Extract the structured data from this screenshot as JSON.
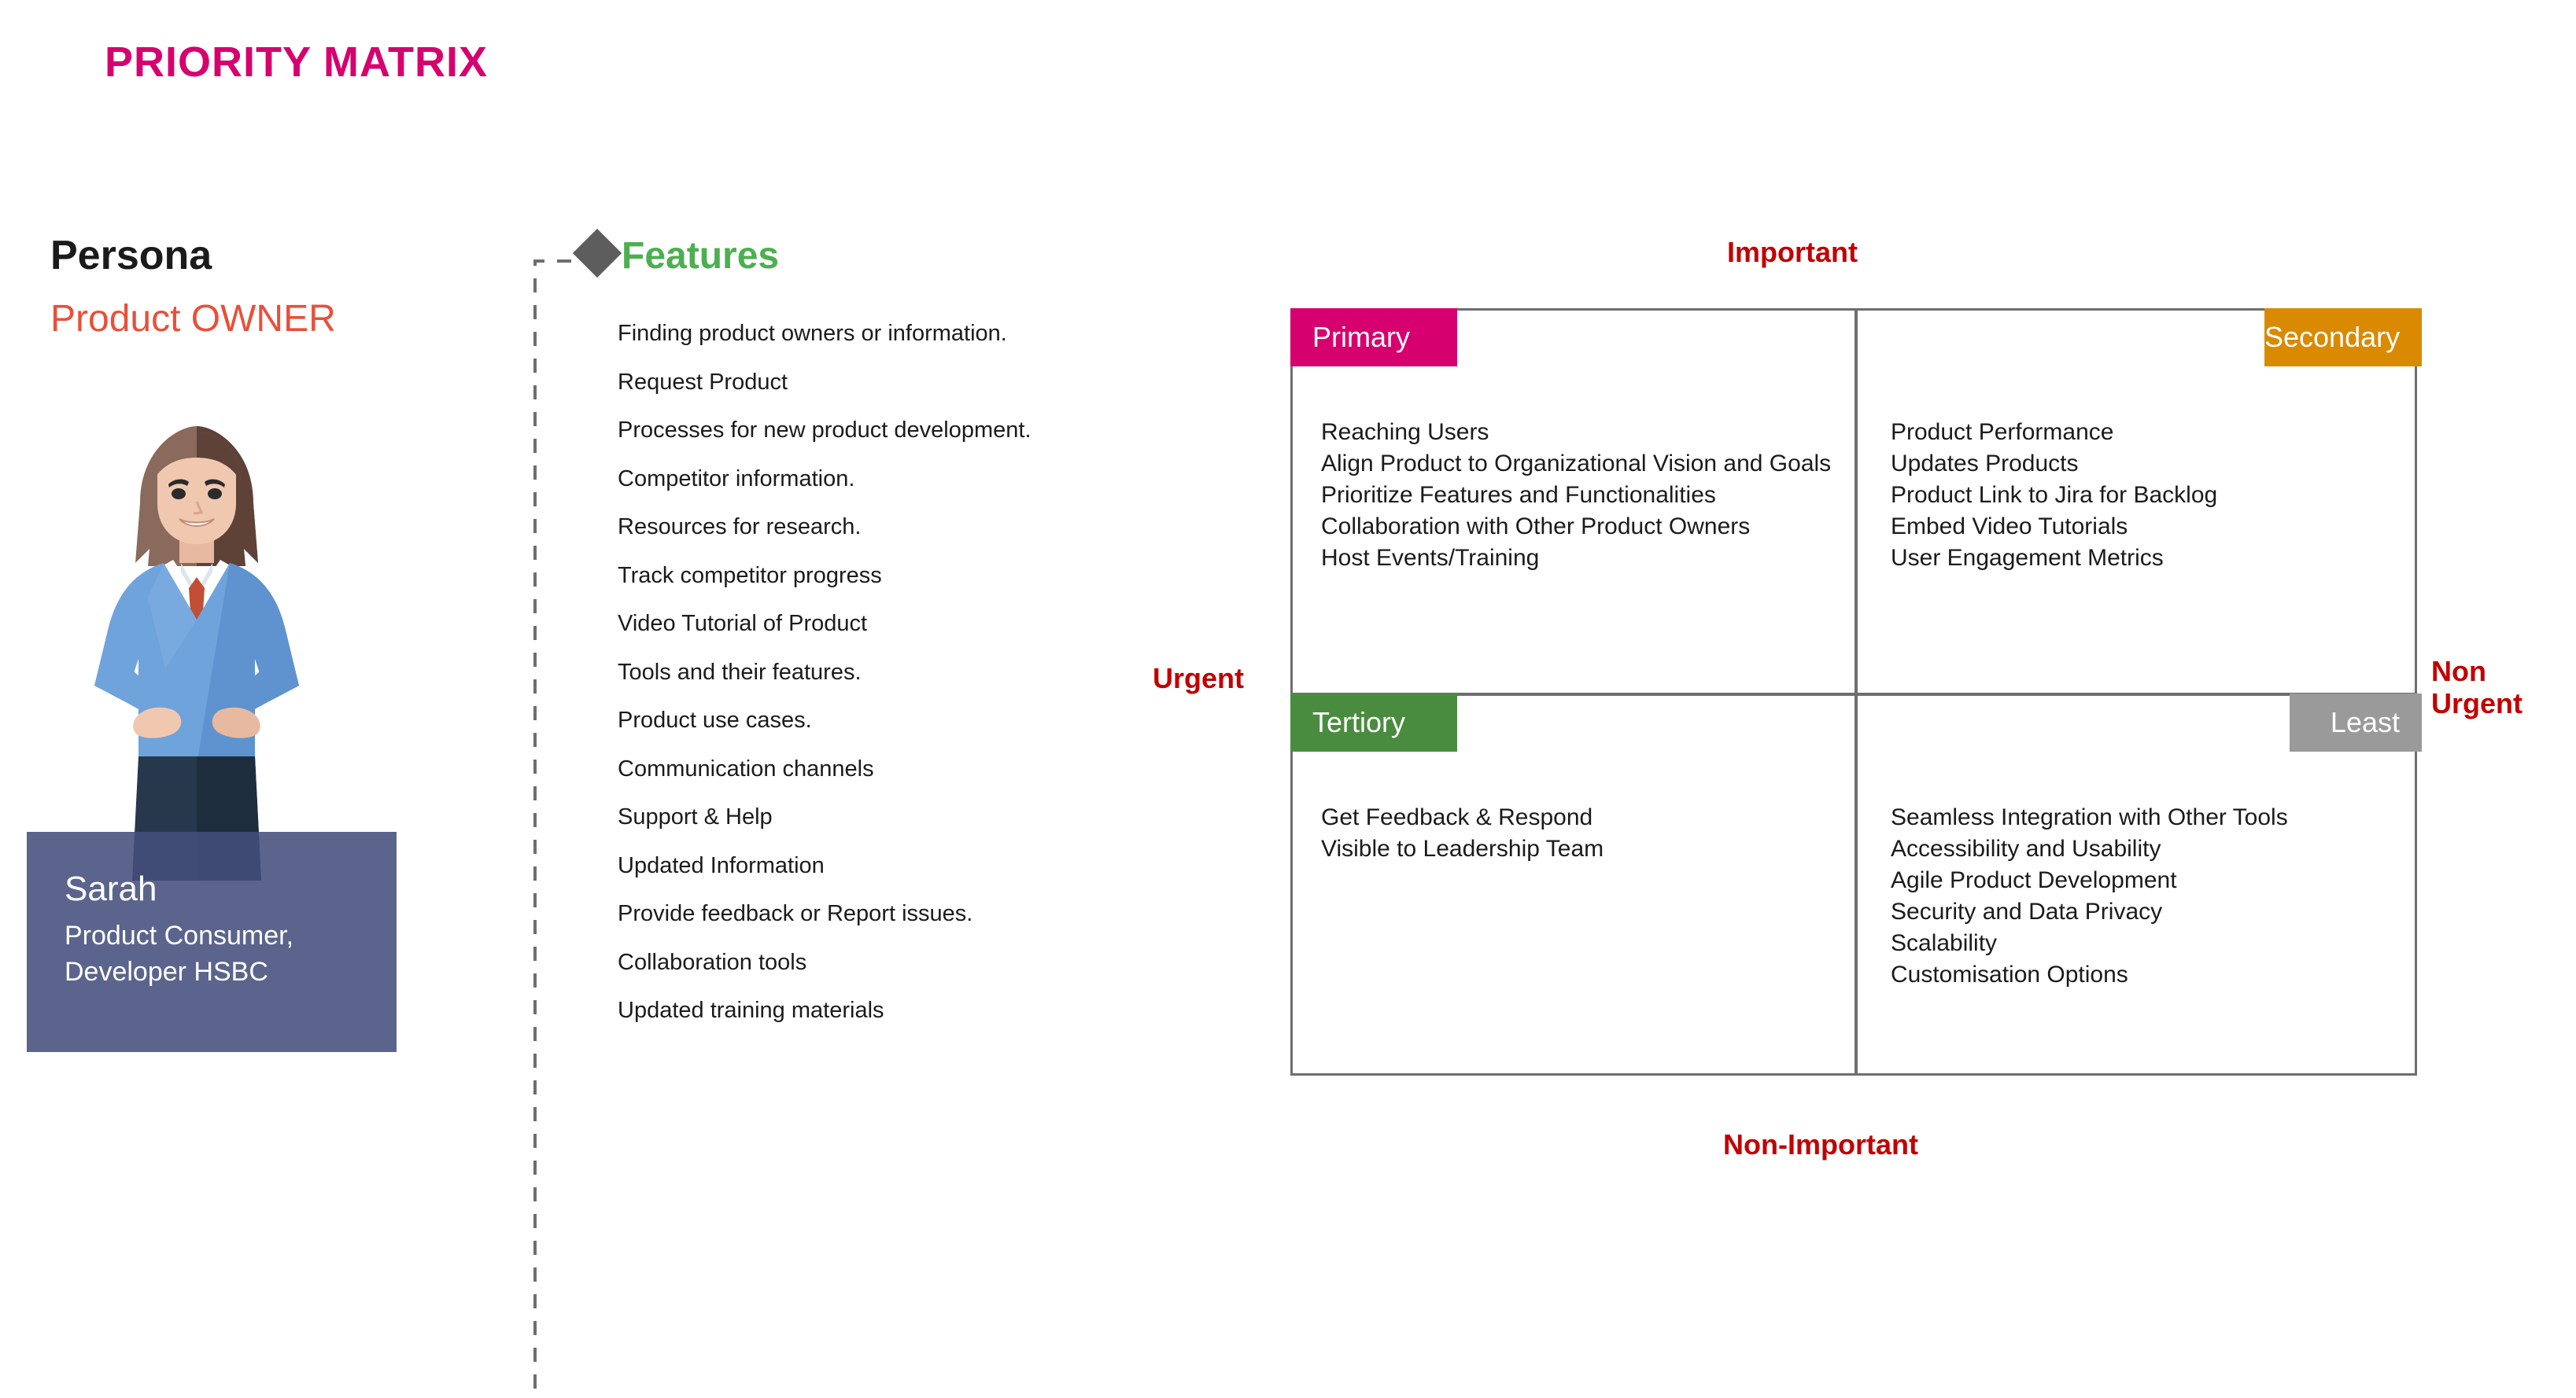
{
  "title": "PRIORITY MATRIX",
  "persona": {
    "heading": "Persona",
    "role": "Product OWNER",
    "card": {
      "name": "Sarah",
      "description": "Product Consumer,\nDeveloper HSBC"
    },
    "illustration_alt": "businesswoman-illustration"
  },
  "features": {
    "heading": "Features",
    "items": [
      "Finding product owners or information.",
      "Request Product",
      "Processes for new product development.",
      "Competitor information.",
      "Resources for research.",
      "Track competitor progress",
      "Video Tutorial of Product",
      "Tools and their features.",
      "Product use cases.",
      "Communication channels",
      "Support & Help",
      "Updated Information",
      "Provide feedback or Report issues.",
      "Collaboration tools",
      "Updated training materials"
    ]
  },
  "matrix": {
    "axis": {
      "top": "Important",
      "bottom": "Non-Important",
      "left": "Urgent",
      "right": "Non\nUrgent"
    },
    "quadrants": {
      "primary": {
        "label": "Primary",
        "color": "#D6006E",
        "items": [
          "Reaching Users",
          "Align Product to Organizational Vision and Goals",
          "Prioritize Features and Functionalities",
          "Collaboration with Other Product Owners",
          "Host Events/Training"
        ]
      },
      "secondary": {
        "label": "Secondary",
        "color": "#D98A00",
        "items": [
          "Product Performance",
          "Updates Products",
          "Product Link to Jira for Backlog",
          "Embed Video Tutorials",
          "User Engagement Metrics"
        ]
      },
      "tertiary": {
        "label": "Tertiory",
        "color": "#4A8C3F",
        "items": [
          "Get Feedback & Respond",
          "Visible to Leadership Team"
        ]
      },
      "least": {
        "label": "Least",
        "color": "#9A9A9A",
        "items": [
          "Seamless Integration with Other Tools",
          "Accessibility and Usability",
          "Agile Product Development",
          "Security and Data Privacy",
          "Scalability",
          "Customisation Options"
        ]
      }
    }
  },
  "colors": {
    "title_pink": "#D6006E",
    "role_red": "#E8503A",
    "features_green": "#4CAF50",
    "axis_red": "#C20000",
    "card_navy": "#444E7C",
    "grid_gray": "#6E6E6E"
  }
}
